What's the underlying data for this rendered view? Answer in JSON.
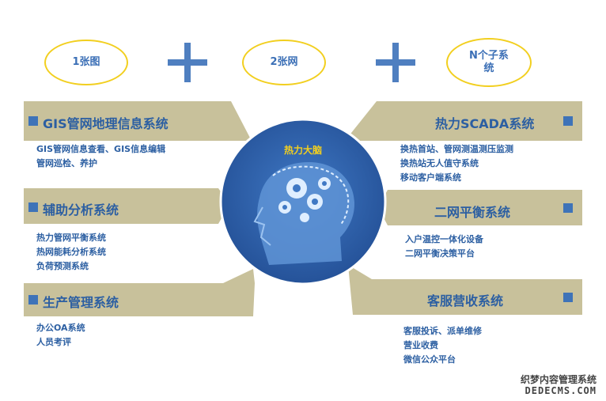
{
  "header": {
    "oval1": "1张图",
    "oval2": "2张网",
    "oval3_line1": "N个子系",
    "oval3_line2": "统"
  },
  "center": {
    "label": "热力大脑"
  },
  "left": [
    {
      "title": "GIS管网地理信息系统",
      "items": [
        "GIS管网信息查看、GIS信息编辑",
        "管网巡检、养护"
      ]
    },
    {
      "title": "辅助分析系统",
      "items": [
        "热力管网平衡系统",
        "热网能耗分析系统",
        "负荷预测系统"
      ]
    },
    {
      "title": "生产管理系统",
      "items": [
        "办公OA系统",
        "人员考评"
      ]
    }
  ],
  "right": [
    {
      "title": "热力SCADA系统",
      "items": [
        "换热首站、管网测温测压监测",
        "换热站无人值守系统",
        "移动客户端系统"
      ]
    },
    {
      "title": "二网平衡系统",
      "items": [
        "入户温控一体化设备",
        "二网平衡决策平台"
      ]
    },
    {
      "title": "客服营收系统",
      "items": [
        "客服投诉、派单维修",
        "营业收费",
        "微信公众平台"
      ]
    }
  ],
  "watermark": {
    "line1": "织梦内容管理系统",
    "line2": "DEDECMS.COM"
  },
  "colors": {
    "accent": "#2c5fa2",
    "band": "#c8c19b",
    "oval_border": "#f2cf1f",
    "circle": "#2f5fa6"
  }
}
